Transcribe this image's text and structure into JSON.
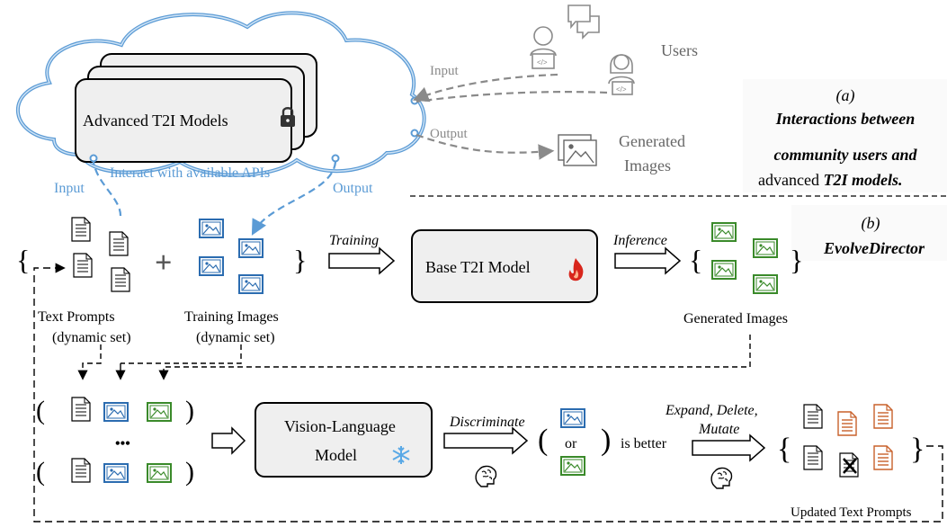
{
  "cloud": {
    "models_label": "Advanced T2I Models",
    "input_label": "Input",
    "output_label": "Output",
    "api_text": "Interact with available APIs",
    "api_input_label": "Input",
    "api_output_label": "Output"
  },
  "users": {
    "label": "Users"
  },
  "generated_top": {
    "line1": "Generated",
    "line2": "Images"
  },
  "panel_a": {
    "tag": "(a)",
    "line1": "Interactions between",
    "line2": "community users and",
    "line3_plain": "advanced ",
    "line3_italic": "T2I models."
  },
  "panel_b": {
    "tag": "(b)",
    "name": "EvolveDirector"
  },
  "row1": {
    "text_prompts": "Text Prompts",
    "text_prompts_sub": "(dynamic set)",
    "training_images": "Training Images",
    "training_images_sub": "(dynamic set)",
    "plus": "+",
    "training_arrow": "Training",
    "base_model": "Base T2I Model",
    "inference_arrow": "Inference",
    "generated_images": "Generated Images"
  },
  "row2": {
    "ellipsis": "•••",
    "vlm_line1": "Vision-Language",
    "vlm_line2": "Model",
    "discriminate": "Discriminate",
    "or": "or",
    "is_better": "is better",
    "ops_line1": "Expand, Delete,",
    "ops_line2": "Mutate",
    "updated": "Updated Text Prompts"
  },
  "colors": {
    "blue": "#2b6cb0",
    "light_blue": "#5b9bd5",
    "green": "#3a8a2a",
    "orange": "#c8602a",
    "gray": "#8a8a8a"
  },
  "icons": [
    "lock-icon",
    "flame-icon",
    "snowflake-icon",
    "brain-icon",
    "document-icon",
    "image-icon",
    "user-icon",
    "chat-icon"
  ]
}
